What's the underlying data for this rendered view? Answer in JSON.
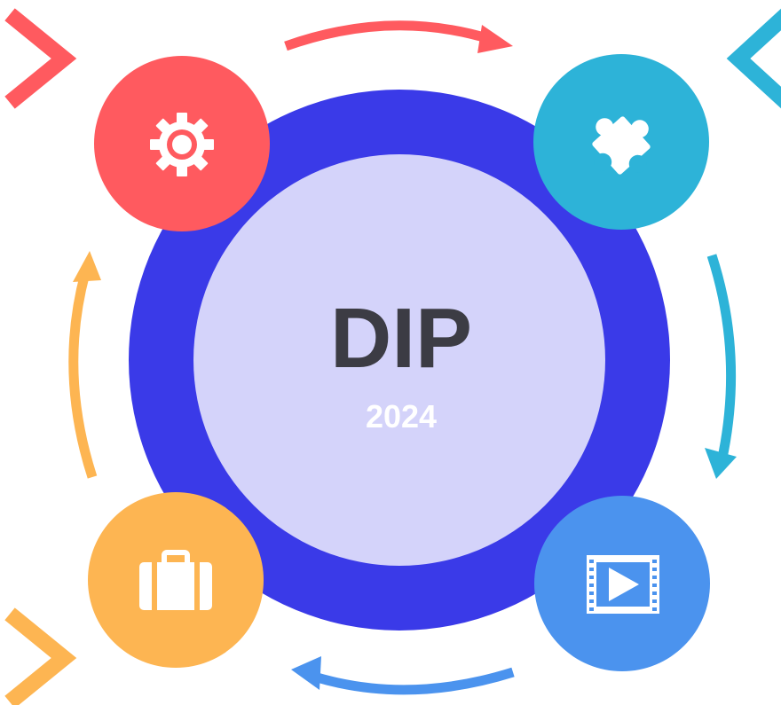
{
  "diagram": {
    "title": "DIP",
    "subtitle": "2024",
    "colors": {
      "outer_ring": "#3A3AE8",
      "inner_disc": "#D4D3FA",
      "title_text": "#3C3C44",
      "subtitle_text": "#FFFFFF",
      "red": "#FF5A5F",
      "cyan": "#2DB3D8",
      "blue": "#4B93EE",
      "orange": "#FDB552"
    },
    "nodes": [
      {
        "id": "settings",
        "icon": "gear-icon",
        "color": "#FF5A5F"
      },
      {
        "id": "integration",
        "icon": "puzzle-piece-icon",
        "color": "#2DB3D8"
      },
      {
        "id": "media",
        "icon": "video-play-icon",
        "color": "#4B93EE"
      },
      {
        "id": "business",
        "icon": "briefcase-icon",
        "color": "#FDB552"
      }
    ],
    "cycle_arrows": [
      {
        "from": "settings",
        "to": "integration",
        "color": "#FF5A5F"
      },
      {
        "from": "integration",
        "to": "media",
        "color": "#2DB3D8"
      },
      {
        "from": "media",
        "to": "business",
        "color": "#4B93EE"
      },
      {
        "from": "business",
        "to": "settings",
        "color": "#FDB552"
      }
    ],
    "corner_chevrons": [
      {
        "corner": "top-left",
        "color": "#FF5A5F"
      },
      {
        "corner": "top-right",
        "color": "#2DB3D8"
      },
      {
        "corner": "bottom-left",
        "color": "#FDB552"
      }
    ]
  }
}
